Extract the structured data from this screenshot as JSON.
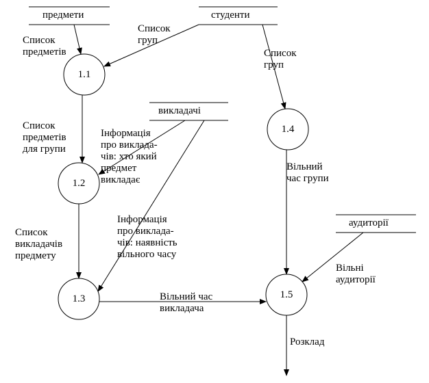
{
  "stores": {
    "subjects": "предмети",
    "students": "студенти",
    "teachers": "викладачі",
    "rooms": "аудиторії"
  },
  "processes": {
    "p11": "1.1",
    "p12": "1.2",
    "p13": "1.3",
    "p14": "1.4",
    "p15": "1.5"
  },
  "flows": {
    "subject_list": "Список\nпредметів",
    "group_list_to_11": "Список\nгруп",
    "group_list_to_14": "Список\nгруп",
    "subjects_for_group": "Список\nпредметів\nдля групи",
    "teacher_info_subject": "Інформація\nпро виклада-\nчів: хто який\nпредмет\nвикладає",
    "teacher_list_subject": "Список\nвикладачів\nпредмету",
    "teacher_info_free": "Інформація\nпро виклада-\nчів: наявність\nвільного часу",
    "group_free_time": "Вільний\nчас групи",
    "free_rooms": "Вільні\nаудиторії",
    "teacher_free_time": "Вільний час\nвикладача",
    "schedule": "Розклад"
  }
}
